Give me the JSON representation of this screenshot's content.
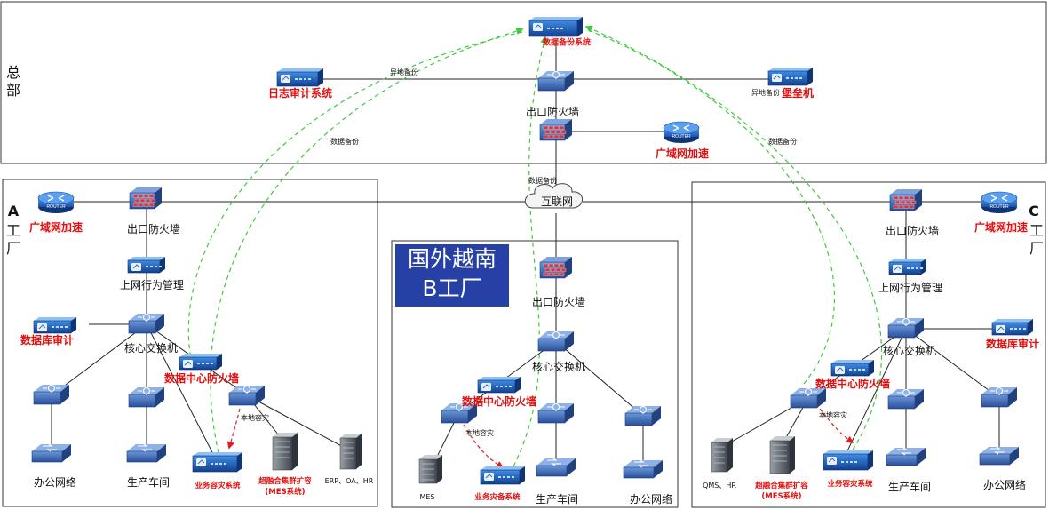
{
  "hq": {
    "label": "总部",
    "backup_system": "数据备份系统",
    "log_audit": "日志审计系统",
    "bastion": "堡垒机",
    "exit_firewall": "出口防火墙",
    "wan_accel": "广域网加速",
    "router_text": "ROUTER",
    "offsite_backup_left": "异地备份",
    "offsite_backup_right": "异地备份"
  },
  "internet": {
    "label": "互联网"
  },
  "data_backup_labels": [
    "数据备份",
    "数据备份",
    "数据备份"
  ],
  "factory_a": {
    "letter": "A",
    "label": "工厂",
    "wan_accel": "广域网加速",
    "router_text": "ROUTER",
    "exit_firewall": "出口防火墙",
    "behavior_mgmt": "上网行为管理",
    "db_audit": "数据库审计",
    "core_switch": "核心交换机",
    "dc_firewall": "数据中心防火墙",
    "local_dr": "本地容灾",
    "office": "办公网络",
    "workshop": "生产车间",
    "biz_dr": "业务容灾系统",
    "fusion_box": "超融合集群扩容",
    "mes_system": "(MES系统)",
    "erp": "ERP、OA、HR"
  },
  "factory_b": {
    "banner": [
      "国外越南",
      "B工厂"
    ],
    "exit_firewall": "出口防火墙",
    "core_switch": "核心交换机",
    "dc_firewall": "数据中心防火墙",
    "local_dr": "本地容灾",
    "mes": "MES",
    "biz_backup": "业务灾备系统",
    "workshop": "生产车间",
    "office": "办公网络"
  },
  "factory_c": {
    "letter": "C",
    "label": "工厂",
    "wan_accel": "广域网加速",
    "router_text": "ROUTER",
    "exit_firewall": "出口防火墙",
    "behavior_mgmt": "上网行为管理",
    "db_audit": "数据库审计",
    "core_switch": "核心交换机",
    "dc_firewall": "数据中心防火墙",
    "local_dr": "本地容灾",
    "qms": "QMS、HR",
    "fusion_box": "超融合集群扩容",
    "mes_system": "(MES系统)",
    "biz_dr": "业务容灾系统",
    "workshop": "生产车间",
    "office": "办公网络"
  },
  "colors": {
    "device_blue": "#2a6fd1",
    "device_dark": "#163f86",
    "firewall_red": "#d9363e",
    "backup_green": "#3fc93f",
    "dr_red": "#e02020",
    "label_red": "#e01010",
    "banner_bg": "#2740a6"
  }
}
